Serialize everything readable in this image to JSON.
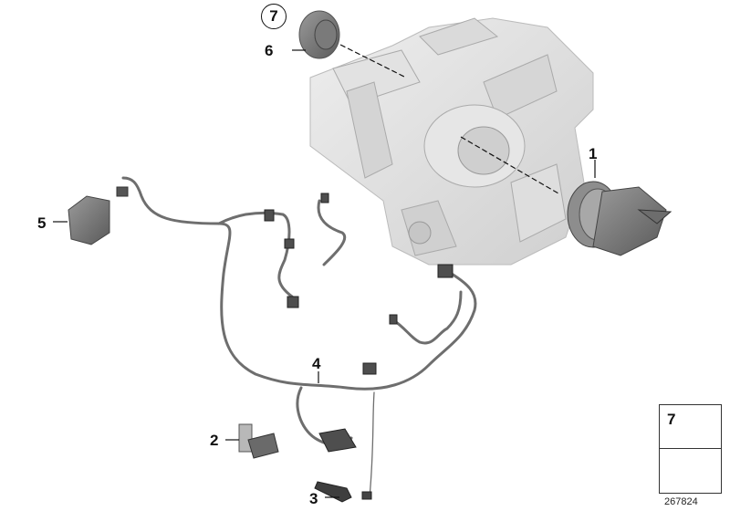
{
  "diagram": {
    "type": "exploded-parts-diagram",
    "subject": "Heater/air-conditioning housing with blower motor, wiring harness and actuators",
    "callouts": [
      {
        "id": "1",
        "label": "1",
        "part": "blower motor / fan",
        "circled": false
      },
      {
        "id": "2",
        "label": "2",
        "part": "blower resistor / output stage",
        "circled": false
      },
      {
        "id": "3",
        "label": "3",
        "part": "temperature sensor",
        "circled": false
      },
      {
        "id": "4",
        "label": "4",
        "part": "wiring harness",
        "circled": false
      },
      {
        "id": "5",
        "label": "5",
        "part": "flap actuator / stepper motor",
        "circled": false
      },
      {
        "id": "6",
        "label": "6",
        "part": "stepper motor",
        "circled": false
      },
      {
        "id": "7",
        "label": "7",
        "part": "connector/clip",
        "circled": true
      }
    ],
    "inset": {
      "number": "7",
      "icon_top": "connector-part-icon",
      "icon_bottom": "arrow-pointer-icon"
    },
    "document_id": "267824"
  }
}
